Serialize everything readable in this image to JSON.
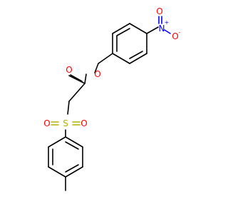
{
  "molecule": {
    "atoms": {
      "o_nitro_top": "O",
      "n_nitro": "N",
      "n_charge": "+",
      "o_nitro_minus": "O",
      "o_minus_charge": "-",
      "o_carbonyl": "O",
      "o_ester": "O",
      "o_sulfonyl_left": "O",
      "s_sulfonyl": "S",
      "o_sulfonyl_right": "O"
    }
  }
}
